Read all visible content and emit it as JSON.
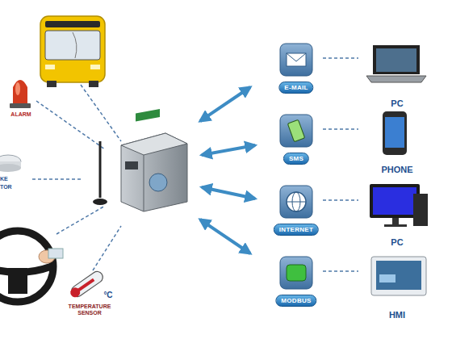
{
  "diagram": {
    "nodes": [
      {
        "text": [
          "E-MAIL"
        ]
      },
      {
        "text": [
          "PC"
        ]
      },
      {
        "text": [
          "SMS"
        ]
      },
      {
        "text": [
          "PHONE"
        ]
      },
      {
        "text": [
          "INTERNET"
        ]
      },
      {
        "text": [
          "PC"
        ]
      },
      {
        "text": [
          "MODBUS"
        ]
      },
      {
        "text": [
          "HMI"
        ]
      }
    ],
    "edges": [
      {
        "from": 0,
        "to": 1,
        "arrow": "none"
      },
      {
        "from": 2,
        "to": 3,
        "arrow": "none"
      },
      {
        "from": 4,
        "to": 5,
        "arrow": "none"
      },
      {
        "from": 6,
        "to": 7,
        "arrow": "none"
      }
    ],
    "labels": [
      "ALARM",
      "KE",
      "TOR",
      "°C",
      "TEMPERATURE SENSOR"
    ]
  }
}
